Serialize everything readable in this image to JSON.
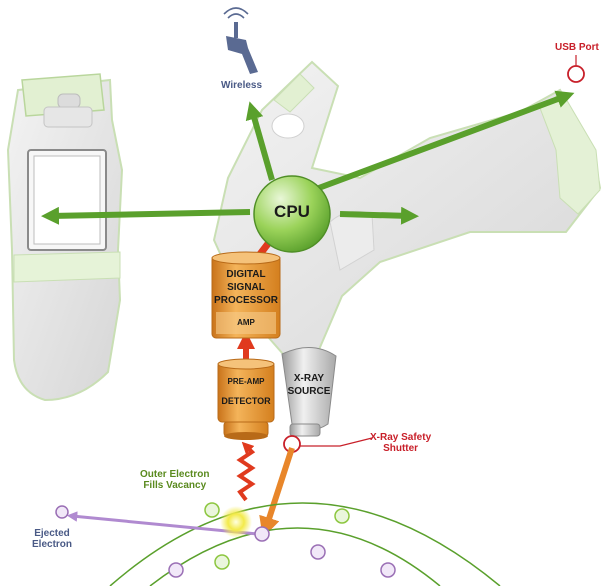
{
  "labels": {
    "wireless": "Wireless",
    "usb_port": "USB Port",
    "cpu": "CPU",
    "dsp_line1": "DIGITAL",
    "dsp_line2": "SIGNAL",
    "dsp_line3": "PROCESSOR",
    "amp": "AMP",
    "preamp": "PRE-AMP",
    "detector": "DETECTOR",
    "xray_line1": "X-RAY",
    "xray_line2": "SOURCE",
    "shutter_line1": "X-Ray Safety",
    "shutter_line2": "Shutter",
    "outer_line1": "Outer Electron",
    "outer_line2": "Fills Vacancy",
    "ejected_line1": "Ejected",
    "ejected_line2": "Electron"
  },
  "colors": {
    "flow_arrow": "#5aa02c",
    "signal_arrow": "#e03a1e",
    "xray_beam": "#e8862a",
    "component_orange": "#e9962e",
    "cpu_green": "#7cc242",
    "callout_red": "#c8202a",
    "label_blue": "#4a5a86",
    "label_green": "#5a8a1e",
    "electron_purple": "#9a6fb5",
    "electron_green": "#8cc63f"
  },
  "icons": [
    "antenna-icon",
    "usb-port-marker",
    "shutter-marker"
  ]
}
